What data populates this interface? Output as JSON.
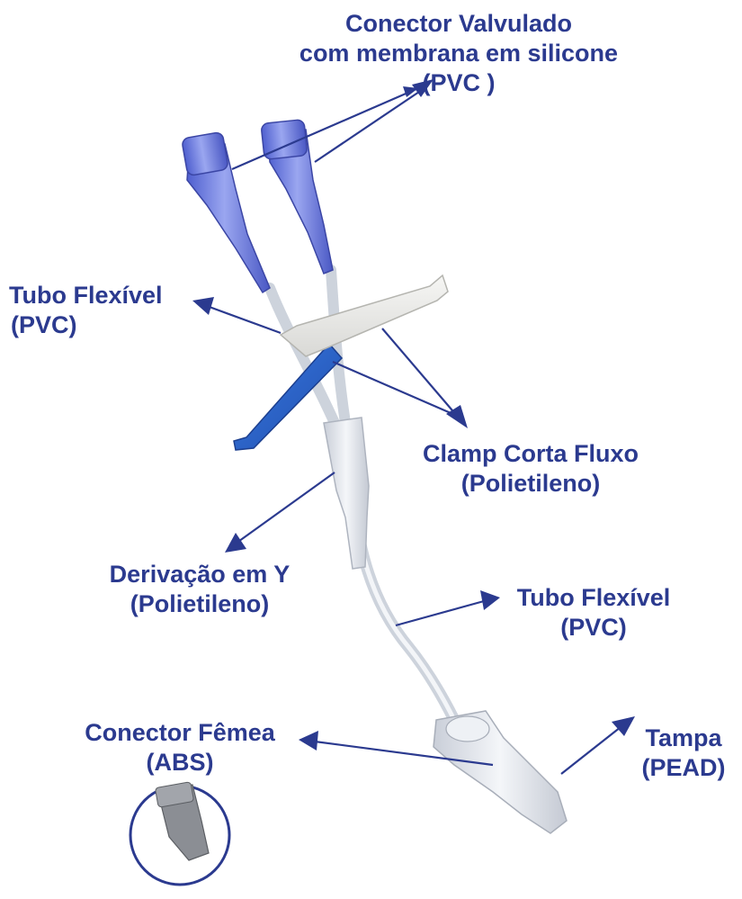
{
  "colors": {
    "label_text": "#2b3a8f",
    "arrow": "#2b3a8f",
    "clamp_blue": "#2d62c8",
    "connector_purple": "#6f7fe0",
    "tube_clear": "#dde2ea",
    "clamp_white": "#ececea"
  },
  "labels": {
    "valved_connector": {
      "line1": "Conector Valvulado",
      "line2": "com membrana em silicone",
      "line3": "(PVC )"
    },
    "flexible_tube_top": {
      "line1": "Tubo Flexível",
      "line2": "(PVC)"
    },
    "flow_clamp": {
      "line1": "Clamp Corta Fluxo",
      "line2": "(Polietileno)"
    },
    "y_branch": {
      "line1": "Derivação em Y",
      "line2": "(Polietileno)"
    },
    "flexible_tube_bottom": {
      "line1": "Tubo Flexível",
      "line2": "(PVC)"
    },
    "female_connector": {
      "line1": "Conector Fêmea",
      "line2": "(ABS)"
    },
    "cap": {
      "line1": "Tampa",
      "line2": "(PEAD)"
    }
  }
}
